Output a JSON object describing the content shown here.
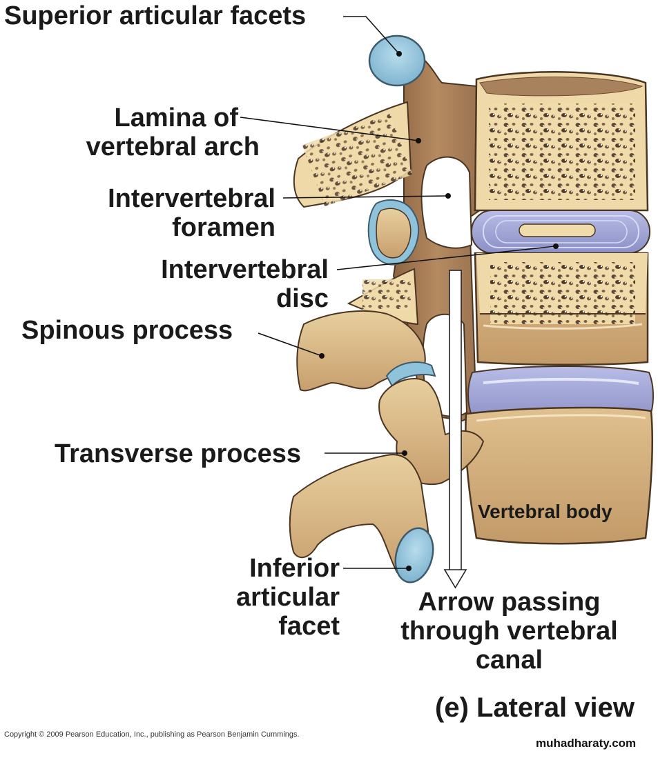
{
  "figure": {
    "view_title": "(e) Lateral view",
    "copyright": "Copyright © 2009 Pearson Education, Inc., publishing as Pearson Benjamin Cummings.",
    "watermark": "muhadharaty.com"
  },
  "labels": {
    "superior_articular_facets": "Superior articular facets",
    "lamina": [
      "Lamina of",
      "vertebral arch"
    ],
    "intervertebral_foramen": [
      "Intervertebral",
      "foramen"
    ],
    "intervertebral_disc": [
      "Intervertebral",
      "disc"
    ],
    "spinous_process": "Spinous process",
    "transverse_process": "Transverse process",
    "inferior_articular_facet": [
      "Inferior",
      "articular",
      "facet"
    ],
    "vertebral_body": "Vertebral body",
    "arrow_caption": [
      "Arrow passing",
      "through vertebral",
      "canal"
    ]
  },
  "colors": {
    "bone_light": "#f1dcae",
    "bone_mid": "#d9b787",
    "bone_dark": "#b08456",
    "pedicle": "#a87c55",
    "cartilage": "#8fc3dc",
    "disc": "#9a9fd0",
    "outline": "#4a3522",
    "text": "#1a1a1a"
  }
}
